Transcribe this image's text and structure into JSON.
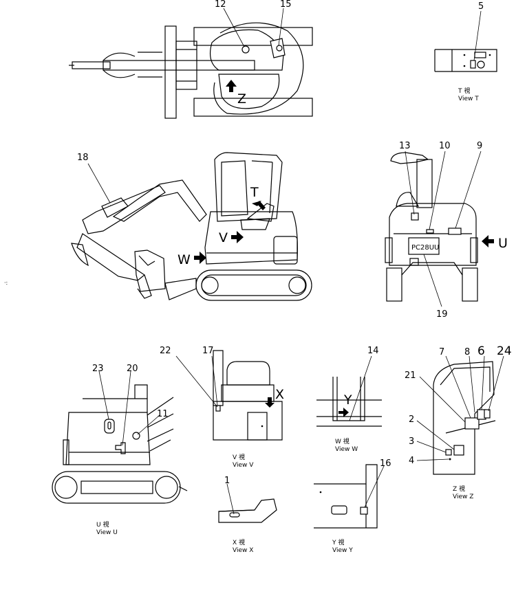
{
  "callouts": {
    "c12": "12",
    "c15": "15",
    "c5": "5",
    "c18": "18",
    "c13": "13",
    "c10": "10",
    "c9": "9",
    "c19": "19",
    "c23": "23",
    "c20": "20",
    "c11": "11",
    "c22": "22",
    "c17": "17",
    "c14": "14",
    "c7": "7",
    "c8": "8",
    "c6": "6",
    "c24": "24",
    "c21": "21",
    "c2": "2",
    "c3": "3",
    "c4": "4",
    "c1": "1",
    "c16": "16"
  },
  "view_arrows": {
    "Z": "Z",
    "T": "T",
    "V": "V",
    "W": "W",
    "U": "U",
    "X": "X",
    "Y": "Y"
  },
  "plate_text": "PC28UU",
  "captions": {
    "T": {
      "jp": "T 視",
      "en": "View T"
    },
    "V": {
      "jp": "V 視",
      "en": "View V"
    },
    "W": {
      "jp": "W 視",
      "en": "View W"
    },
    "U": {
      "jp": "U 視",
      "en": "View U"
    },
    "X": {
      "jp": "X 視",
      "en": "View X"
    },
    "Y": {
      "jp": "Y 視",
      "en": "View Y"
    },
    "Z": {
      "jp": "Z 視",
      "en": "View Z"
    }
  }
}
